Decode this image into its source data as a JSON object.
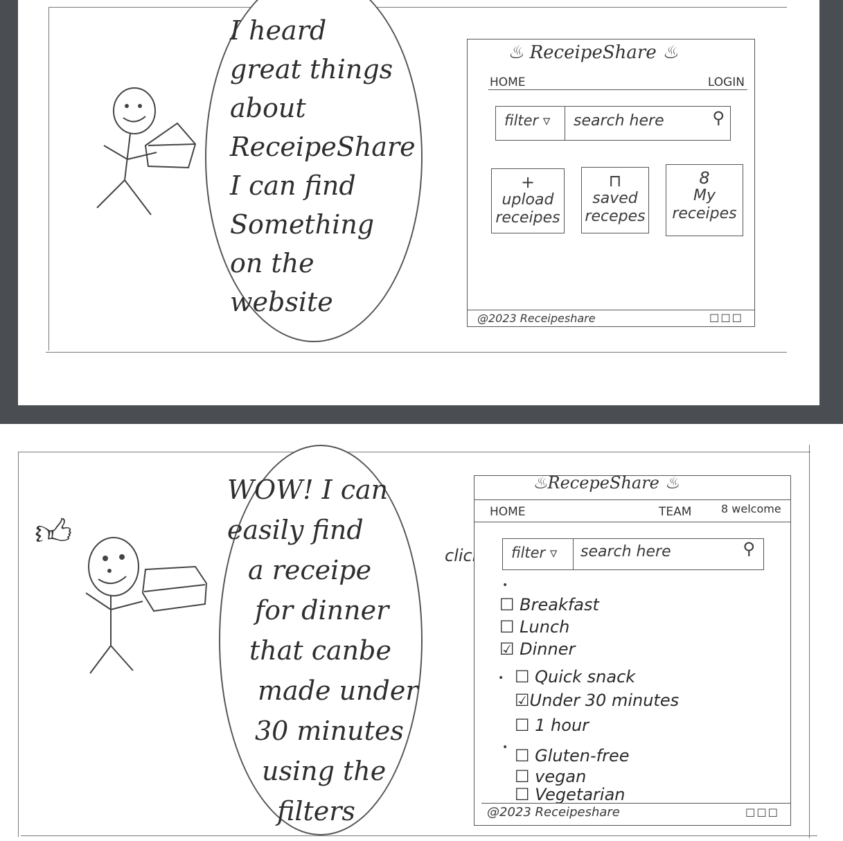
{
  "panel1": {
    "speech_lines": [
      "I heard",
      "great things",
      "about",
      "ReceipeShare",
      "I can find",
      "Something",
      "on the",
      "website"
    ],
    "wireframe": {
      "brand": "ReceipeShare",
      "nav_home": "HOME",
      "nav_login": "LOGIN",
      "filter_label": "filter",
      "search_placeholder": "search here",
      "tiles": [
        {
          "glyph": "+",
          "line1": "upload",
          "line2": "receipes"
        },
        {
          "glyph": "⊓",
          "line1": "saved",
          "line2": "recepes"
        },
        {
          "glyph": "8",
          "line1": "My",
          "line2": "receipes"
        }
      ],
      "footer": "@2023 Receipeshare"
    }
  },
  "panel2": {
    "speech_lines": [
      "WOW! I can",
      "easily find",
      "a receipe",
      "for dinner",
      "that canbe",
      "made under",
      "30 minutes",
      "using the",
      "filters"
    ],
    "click_label": "click",
    "wireframe": {
      "brand": "RecepeShare",
      "nav_home": "HOME",
      "nav_team": "TEAM",
      "nav_welcome": "welcome",
      "filter_label": "filter",
      "search_placeholder": "search here",
      "options": [
        {
          "label": "Breakfast",
          "checked": false
        },
        {
          "label": "Lunch",
          "checked": false
        },
        {
          "label": "Dinner",
          "checked": true
        },
        {
          "label": "Quick snack",
          "checked": false
        },
        {
          "label": "Under 30 minutes",
          "checked": true
        },
        {
          "label": "1 hour",
          "checked": false
        },
        {
          "label": "Gluten-free",
          "checked": false
        },
        {
          "label": "vegan",
          "checked": false
        },
        {
          "label": "Vegetarian",
          "checked": false
        }
      ],
      "footer": "@2023 Receipeshare"
    }
  }
}
